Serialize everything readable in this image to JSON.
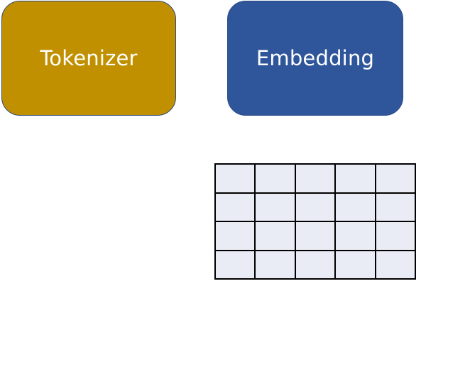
{
  "boxes": {
    "tokenizer": {
      "label": "Tokenizer",
      "color": "#C09000"
    },
    "embedding": {
      "label": "Embedding",
      "color": "#2F569A"
    }
  },
  "matrix": {
    "rows": 4,
    "cols": 5,
    "cell_color": "#E9EBF5",
    "line_color": "#000000"
  }
}
